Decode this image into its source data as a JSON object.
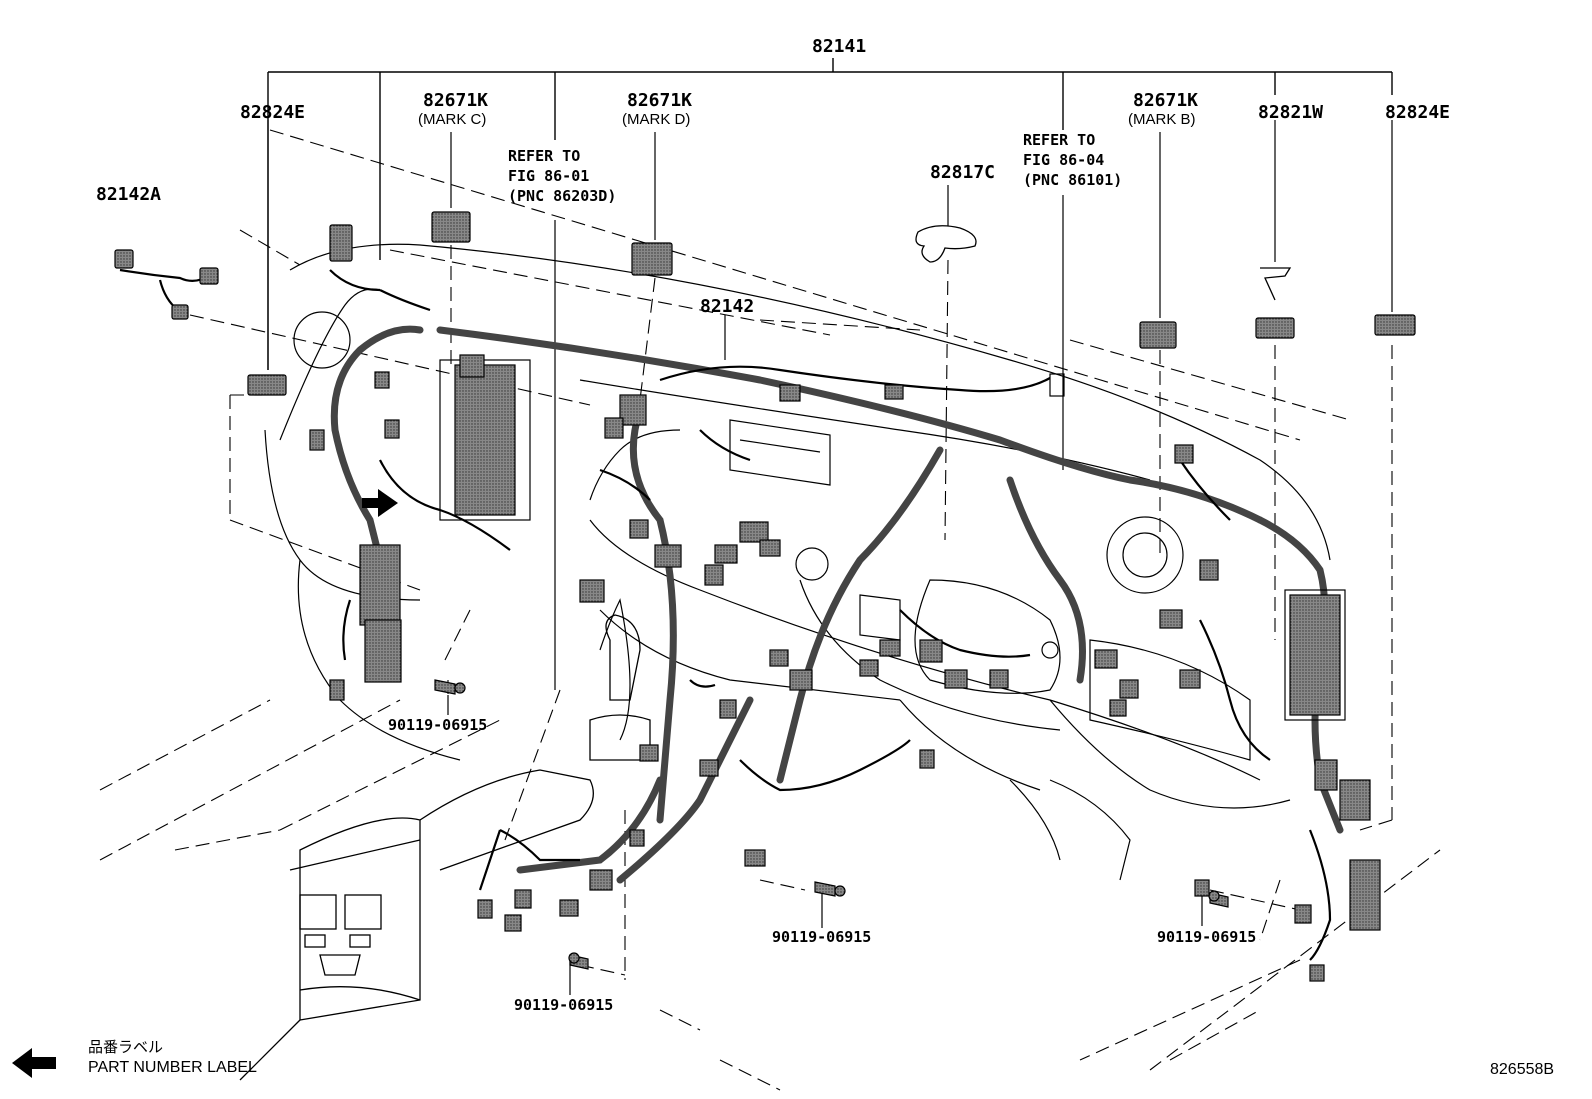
{
  "diagram": {
    "main_assembly": "82141",
    "labels": {
      "p82824E_left": "82824E",
      "p82671K_c": "82671K",
      "p82671K_c_mark": "(MARK C)",
      "p82671K_d": "82671K",
      "p82671K_d_mark": "(MARK D)",
      "p82671K_b": "82671K",
      "p82671K_b_mark": "(MARK B)",
      "p82821W": "82821W",
      "p82824E_right": "82824E",
      "p82142A": "82142A",
      "p82817C": "82817C",
      "p82142": "82142"
    },
    "refer_left": "REFER TO\nFIG 86-01\n(PNC 86203D)",
    "refer_right": "REFER TO\nFIG 86-04\n(PNC 86101)",
    "bolts": {
      "b1": "90119-06915",
      "b2": "90119-06915",
      "b3": "90119-06915",
      "b4": "90119-06915"
    },
    "legend": {
      "jp": "品番ラベル",
      "en": "PART NUMBER LABEL",
      "icon": "left-arrow-icon"
    },
    "figure_id": "826558B"
  }
}
